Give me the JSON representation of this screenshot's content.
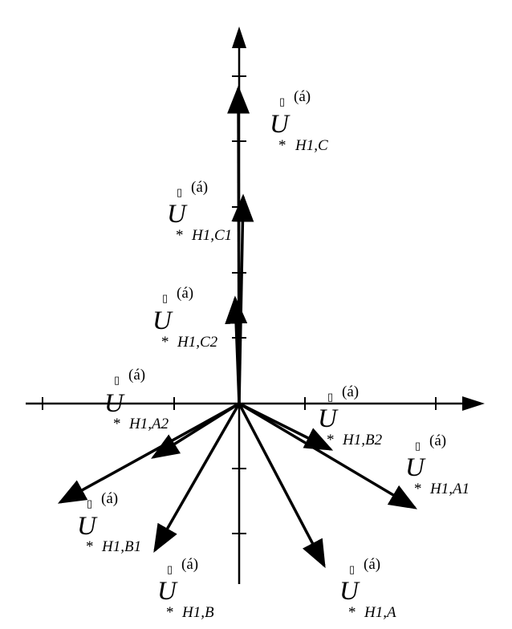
{
  "vectors": [
    {
      "id": "UH1C",
      "letter": "U",
      "sup": "(á)",
      "box": "▯",
      "star": "*",
      "sub": "H1,C"
    },
    {
      "id": "UH1C1",
      "letter": "U",
      "sup": "(á)",
      "box": "▯",
      "star": "*",
      "sub": "H1,C1"
    },
    {
      "id": "UH1C2",
      "letter": "U",
      "sup": "(á)",
      "box": "▯",
      "star": "*",
      "sub": "H1,C2"
    },
    {
      "id": "UH1A2",
      "letter": "U",
      "sup": "(á)",
      "box": "▯",
      "star": "*",
      "sub": "H1,A2"
    },
    {
      "id": "UH1B2",
      "letter": "U",
      "sup": "(á)",
      "box": "▯",
      "star": "*",
      "sub": "H1,B2"
    },
    {
      "id": "UH1A1",
      "letter": "U",
      "sup": "(á)",
      "box": "▯",
      "star": "*",
      "sub": "H1,A1"
    },
    {
      "id": "UH1B1",
      "letter": "U",
      "sup": "(á)",
      "box": "▯",
      "star": "*",
      "sub": "H1,B1"
    },
    {
      "id": "UH1B",
      "letter": "U",
      "sup": "(á)",
      "box": "▯",
      "star": "*",
      "sub": "H1,B"
    },
    {
      "id": "UH1A",
      "letter": "U",
      "sup": "(á)",
      "box": "▯",
      "star": "*",
      "sub": "H1,A"
    }
  ],
  "colors": {
    "stroke": "#000000",
    "background": "#ffffff"
  }
}
